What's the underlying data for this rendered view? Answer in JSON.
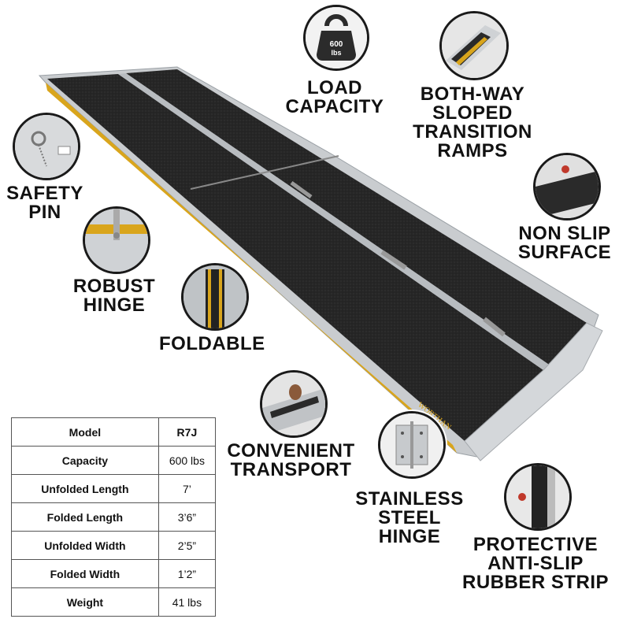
{
  "features": {
    "load_capacity": {
      "icon_text_1": "600",
      "icon_text_2": "lbs",
      "lines": [
        "LOAD",
        "CAPACITY"
      ]
    },
    "transition_ramps": {
      "lines": [
        "BOTH-WAY",
        "SLOPED",
        "TRANSITION",
        "RAMPS"
      ]
    },
    "safety_pin": {
      "lines": [
        "SAFETY",
        "PIN"
      ]
    },
    "non_slip": {
      "lines": [
        "NON SLIP",
        "SURFACE"
      ]
    },
    "robust_hinge": {
      "lines": [
        "ROBUST",
        "HINGE"
      ]
    },
    "foldable": {
      "lines": [
        "FOLDABLE"
      ]
    },
    "convenient_transport": {
      "lines": [
        "CONVENIENT",
        "TRANSPORT"
      ]
    },
    "stainless_hinge": {
      "lines": [
        "STAINLESS",
        "STEEL",
        "HINGE"
      ]
    },
    "rubber_strip": {
      "lines": [
        "PROTECTIVE",
        "ANTI-SLIP",
        "RUBBER STRIP"
      ]
    }
  },
  "ramp": {
    "brand": "WORTHAN"
  },
  "specs": {
    "header": {
      "key": "Model",
      "value": "R7J"
    },
    "rows": [
      {
        "key": "Capacity",
        "value": "600 lbs"
      },
      {
        "key": "Unfolded Length",
        "value": "7’"
      },
      {
        "key": "Folded Length",
        "value": "3’6”"
      },
      {
        "key": "Unfolded Width",
        "value": "2’5”"
      },
      {
        "key": "Folded Width",
        "value": "1’2”"
      },
      {
        "key": "Weight",
        "value": "41 lbs"
      }
    ]
  },
  "colors": {
    "accent_stripe": "#d9a51c",
    "surface": "#2a2a2a",
    "aluminum": "#c9cccf"
  }
}
